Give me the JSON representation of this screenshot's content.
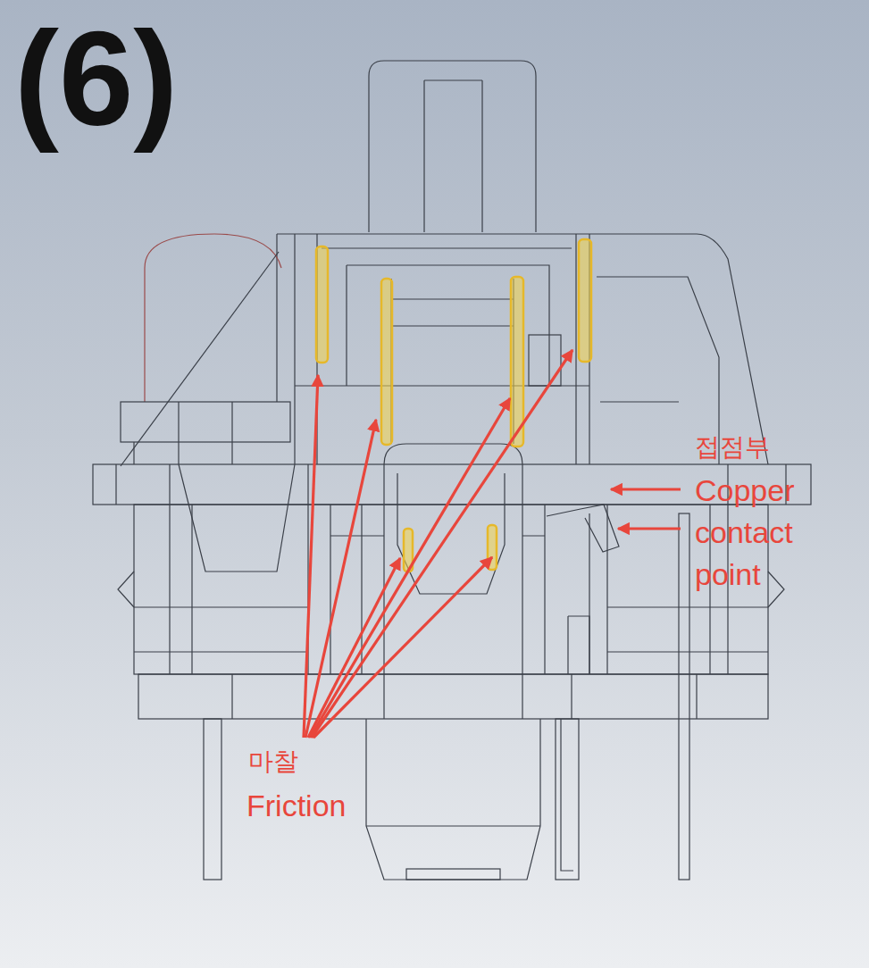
{
  "diagram": {
    "labels": [
      "(6)",
      "접점부",
      "Copper contact point",
      "마찰",
      "Friction"
    ]
  }
}
